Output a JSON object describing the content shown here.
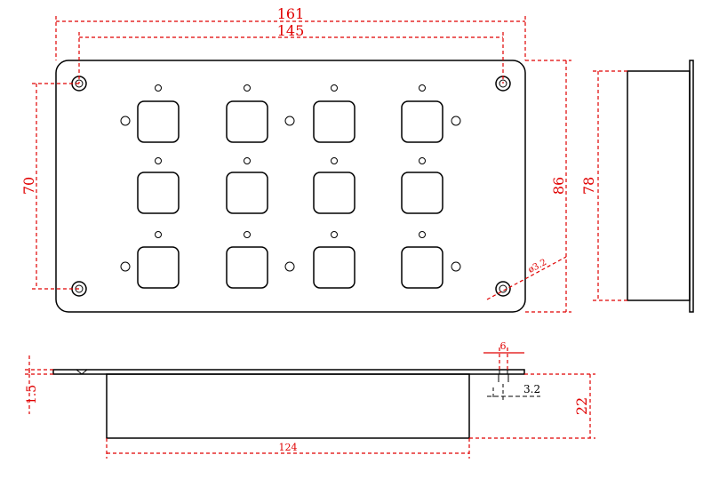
{
  "dimensions": {
    "overall_width": "161",
    "hole_spacing_x": "145",
    "hole_spacing_y": "70",
    "overall_height": "86",
    "body_height": "78",
    "hole_diameter": "ø3.2",
    "flange_thickness": "1.5",
    "flange_offset": "6",
    "hole_side": "3.2",
    "body_depth": "22",
    "body_width": "124"
  },
  "colors": {
    "outline": "#000000",
    "dimension": "#e00000"
  }
}
